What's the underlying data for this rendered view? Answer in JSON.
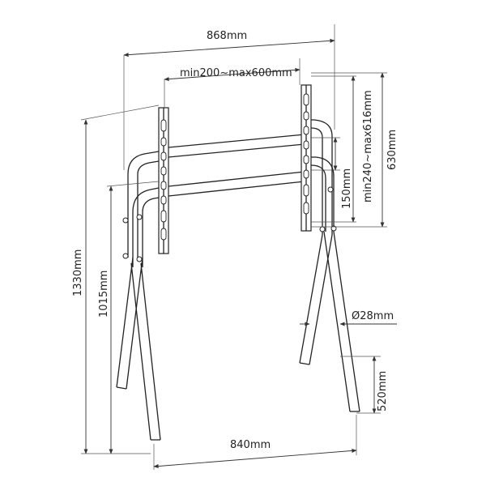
{
  "dimensions": {
    "overall_width": "868mm",
    "vesa_horizontal": "min200~max600mm",
    "vesa_vertical": "min240~max616mm",
    "plate_height": "630mm",
    "adjust_range": "150mm",
    "total_height": "1330mm",
    "mount_height": "1015mm",
    "tube_diameter": "Ø28mm",
    "foot_height": "520mm",
    "base_width": "840mm"
  }
}
